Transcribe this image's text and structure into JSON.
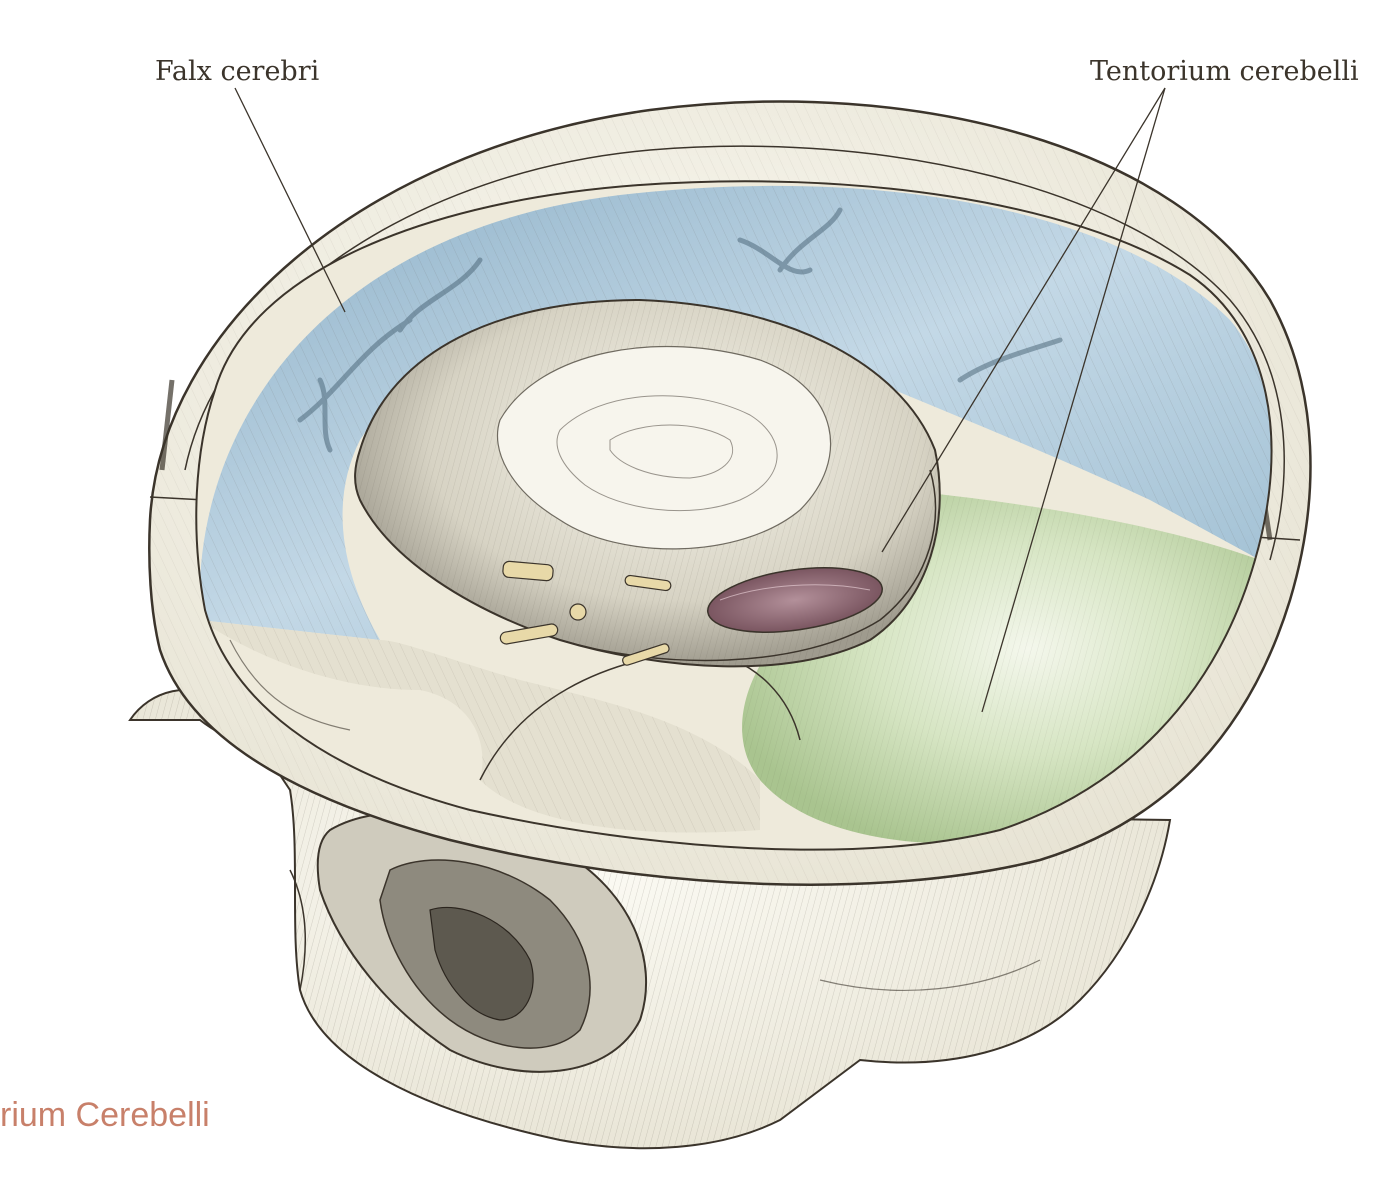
{
  "labels": {
    "falx_cerebri": "Falx cerebri",
    "tentorium_cerebelli": "Tentorium cerebelli"
  },
  "caption": "rium Cerebelli",
  "colors": {
    "bone": "#f1eee2",
    "falx": "#bcd4e3",
    "tentorium": "#cfe0bd",
    "vessel": "#8f6a74",
    "line": "#3b342b",
    "caption": "#c8806a"
  }
}
